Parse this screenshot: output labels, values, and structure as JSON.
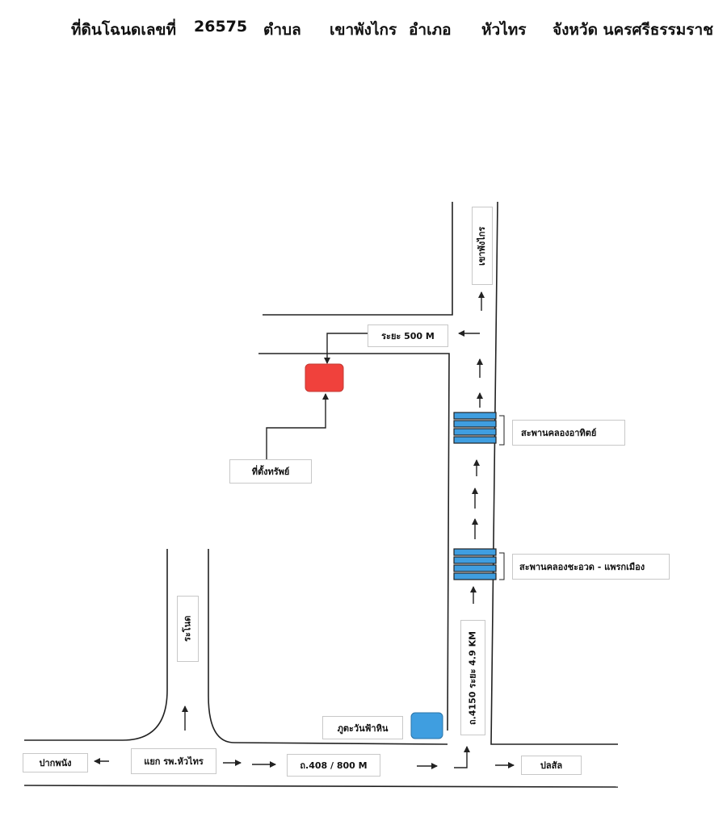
{
  "header": {
    "deed_label": "ที่ดินโฉนดเลขที่",
    "deed_number": "26575",
    "subdistrict_label": "ตำบล",
    "subdistrict": "เขาพังไกร",
    "district_label": "อำเภอ",
    "district": "หัวไทร",
    "province": "จังหวัด นครศรีธรรมราช"
  },
  "labels": {
    "khao_phang_krai": "เขาพังไกร",
    "distance_500": "ระยะ 500 M",
    "property_location": "ที่ตั้งทรัพย์",
    "bridge_athit": "สะพานคลองอาทิตย์",
    "bridge_cha_uat": "สะพานคลองชะอวด - แพรกเมือง",
    "ranot": "ระโนด",
    "road_4150": "ถ.4150 ระยะ 4.9 KM",
    "phu_tawan": "ภูตะวันฟ้าหิน",
    "pak_phanang": "ปากพนัง",
    "junction_hospital": "แยก รพ.หัวไทร",
    "road_408": "ถ.408 / 800 M",
    "pak_sio": "ปลสัล"
  },
  "colors": {
    "property_marker": "#f0413c",
    "landmark_marker": "#3f9ee0",
    "bridge": "#3f9ee0",
    "road_line": "#222222"
  }
}
